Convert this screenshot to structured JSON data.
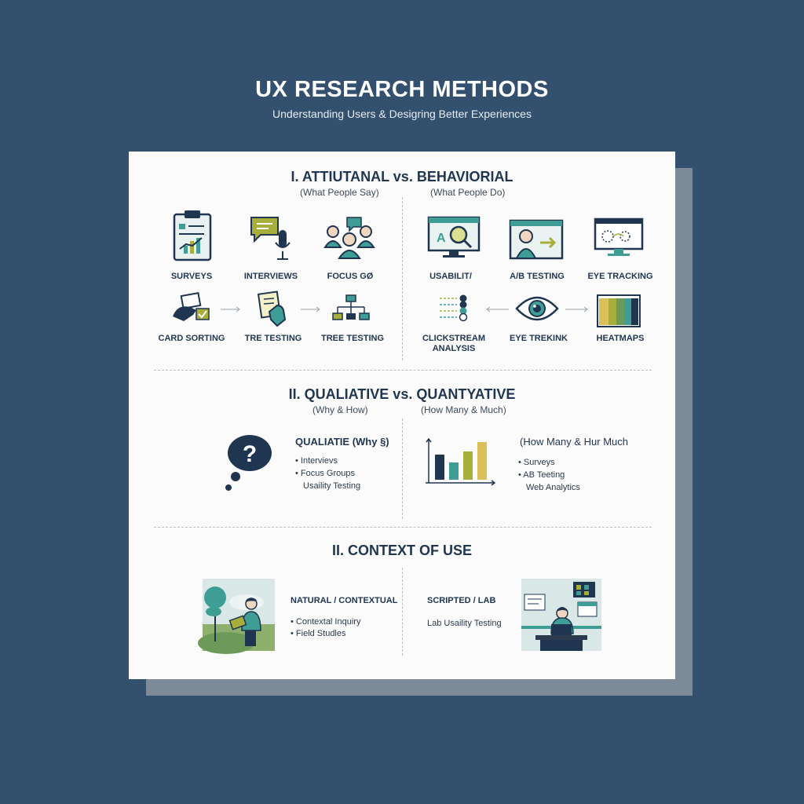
{
  "header": {
    "title": "UX RESEARCH METHODS",
    "subtitle": "Understanding Users & Desigring Better Experiences"
  },
  "section1": {
    "title": "I. ATTIUTANAL vs. BEHAVIORIAL",
    "left_sub": "(What People Say)",
    "right_sub": "(What People Do)",
    "left_items": [
      "SURVEYS",
      "INTERVIEWS",
      "FOCUS GØ"
    ],
    "left_items_2": [
      "CARD SORTING",
      "TRE TESTING",
      "TREE TESTING"
    ],
    "right_items": [
      "USABILIT/",
      "A/B TESTING",
      "EYE TRACKING"
    ],
    "right_items_2": [
      "CLICKSTREAM\nANALYSIS",
      "EYE TREKINK",
      "HEATMAPS"
    ]
  },
  "section2": {
    "title": "II. QUALIATIVE vs. QUANTYATIVE",
    "left_sub": "(Why & How)",
    "right_sub": "(How Many & Much)",
    "qual_title": "QUALIATIE (Why §)",
    "qual_items": [
      "• Intervievs",
      "• Focus Groups",
      "Usaility Testing"
    ],
    "quant_title": "(How Many & Hur Much",
    "quant_items": [
      "• Surveys",
      "• AB Teeting",
      "Web Analytics"
    ]
  },
  "section3": {
    "title": "II. CONTEXT OF USE",
    "natural_title": "NATURAL / CONTEXTUAL",
    "natural_items": [
      "• Contextal Inquiry",
      "• Field Studles"
    ],
    "lab_title": "SCRIPTED / LAB",
    "lab_items": [
      "Lab Usaility Testing"
    ]
  },
  "colors": {
    "background": "#34506f",
    "navy": "#1f3550",
    "teal": "#3e9e95",
    "olive": "#a7ae3c",
    "green": "#6c9a58"
  }
}
